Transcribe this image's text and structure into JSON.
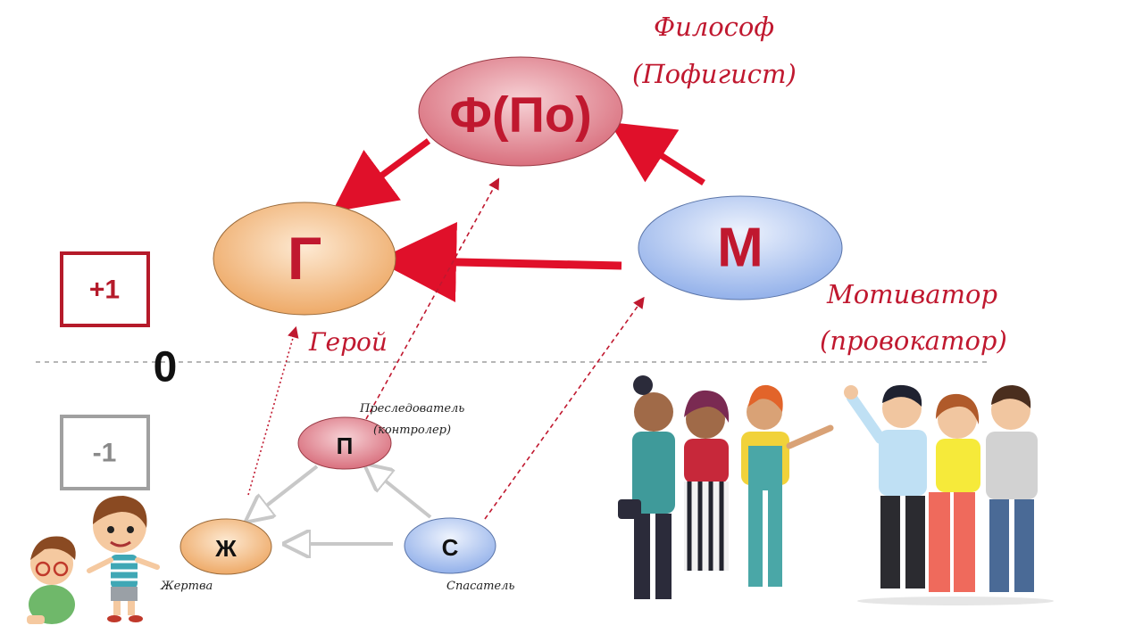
{
  "nodes": {
    "philosopher": {
      "label": "Ф(По)",
      "caption_line1": "Философ",
      "caption_line2": "(Пофигист)"
    },
    "hero": {
      "label": "Г",
      "caption": "Герой"
    },
    "motivator": {
      "label": "М",
      "caption_line1": "Мотиватор",
      "caption_line2": "(провокатор)"
    },
    "persecutor": {
      "label": "П",
      "caption_line1": "Преследователь",
      "caption_line2": "(контролер)"
    },
    "victim": {
      "label": "Ж",
      "caption": "Жертва"
    },
    "rescuer": {
      "label": "С",
      "caption": "Спасатель"
    }
  },
  "levels": {
    "plus": "+1",
    "zero": "0",
    "minus": "-1"
  },
  "colors": {
    "accent_red": "#c0182f",
    "arrow_red": "#e0102a",
    "pink_node": "#e28a96",
    "orange_node": "#f2be85",
    "blue_node": "#a9c3ef",
    "gray_box": "#a0a0a0"
  },
  "illustrations": {
    "left_kids": "children-illustration",
    "right_people": "group-of-people-illustration"
  }
}
